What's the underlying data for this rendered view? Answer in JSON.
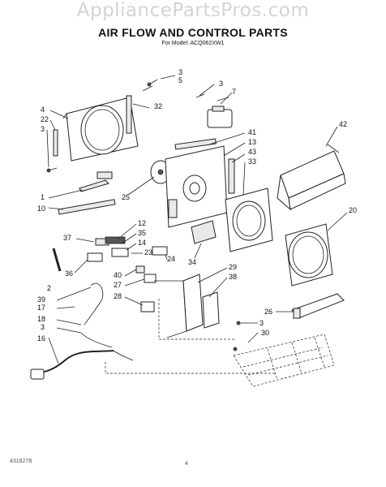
{
  "watermark": "AppliancePartsPros.com",
  "title": "AIR FLOW AND CONTROL PARTS",
  "subtitle": "For Model: ACQ062XW1",
  "footer_left": "4316278",
  "footer_page": "4",
  "callouts": [
    "3",
    "5",
    "4",
    "32",
    "22",
    "3",
    "1",
    "10",
    "25",
    "3",
    "7",
    "41",
    "13",
    "43",
    "33",
    "42",
    "20",
    "37",
    "12",
    "35",
    "14",
    "23",
    "24",
    "2",
    "36",
    "34",
    "29",
    "38",
    "40",
    "27",
    "39",
    "17",
    "28",
    "18",
    "3",
    "16",
    "26",
    "3",
    "30"
  ]
}
